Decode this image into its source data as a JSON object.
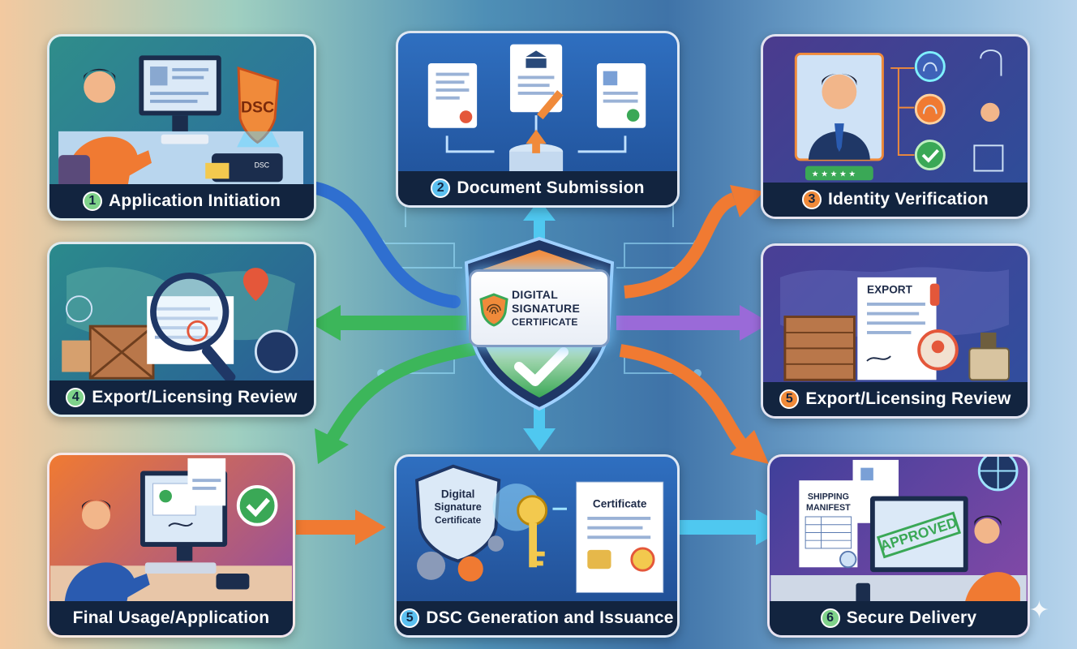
{
  "center": {
    "line1": "DIGITAL",
    "line2": "SIGNATURE",
    "line3": "CERTIFICATE"
  },
  "steps": [
    {
      "id": "application-initiation",
      "number": "1",
      "label": "Application Initiation",
      "color": "#7fd28a"
    },
    {
      "id": "document-submission",
      "number": "2",
      "label": "Document Submission",
      "color": "#5bc0f0"
    },
    {
      "id": "identity-verification",
      "number": "3",
      "label": "Identity Verification",
      "color": "#f08a3a"
    },
    {
      "id": "export-licensing-review-left",
      "number": "4",
      "label": "Export/Licensing Review",
      "color": "#7fd28a"
    },
    {
      "id": "export-licensing-review-right",
      "number": "5",
      "label": "Export/Licensing Review",
      "color": "#f08a3a"
    },
    {
      "id": "final-usage",
      "number": "",
      "label": "Final Usage/Application",
      "color": ""
    },
    {
      "id": "dsc-generation",
      "number": "5",
      "label": "DSC Generation and Issuance",
      "color": "#5bc0f0"
    },
    {
      "id": "secure-delivery",
      "number": "6",
      "label": "Secure Delivery",
      "color": "#7fd28a"
    }
  ],
  "art_text": {
    "dsc_shield": "DSC",
    "dsc_reader": "DSC",
    "export_doc": "EXPORT",
    "shield_line1": "Digital",
    "shield_line2": "Signature",
    "shield_line3": "Certificate",
    "certificate_doc": "Certificate",
    "manifest_line1": "SHIPPING",
    "manifest_line2": "MANIFEST",
    "approved_stamp": "APPROVED"
  },
  "colors": {
    "caption_bg": "#12243f",
    "arrow_blue": "#2f6fd0",
    "arrow_green": "#3cb65a",
    "arrow_orange": "#f07a32",
    "arrow_purple": "#9a6ad8",
    "arrow_cyan": "#4fc8f0",
    "shield_orange": "#f08a3a",
    "shield_green": "#3aa856"
  }
}
